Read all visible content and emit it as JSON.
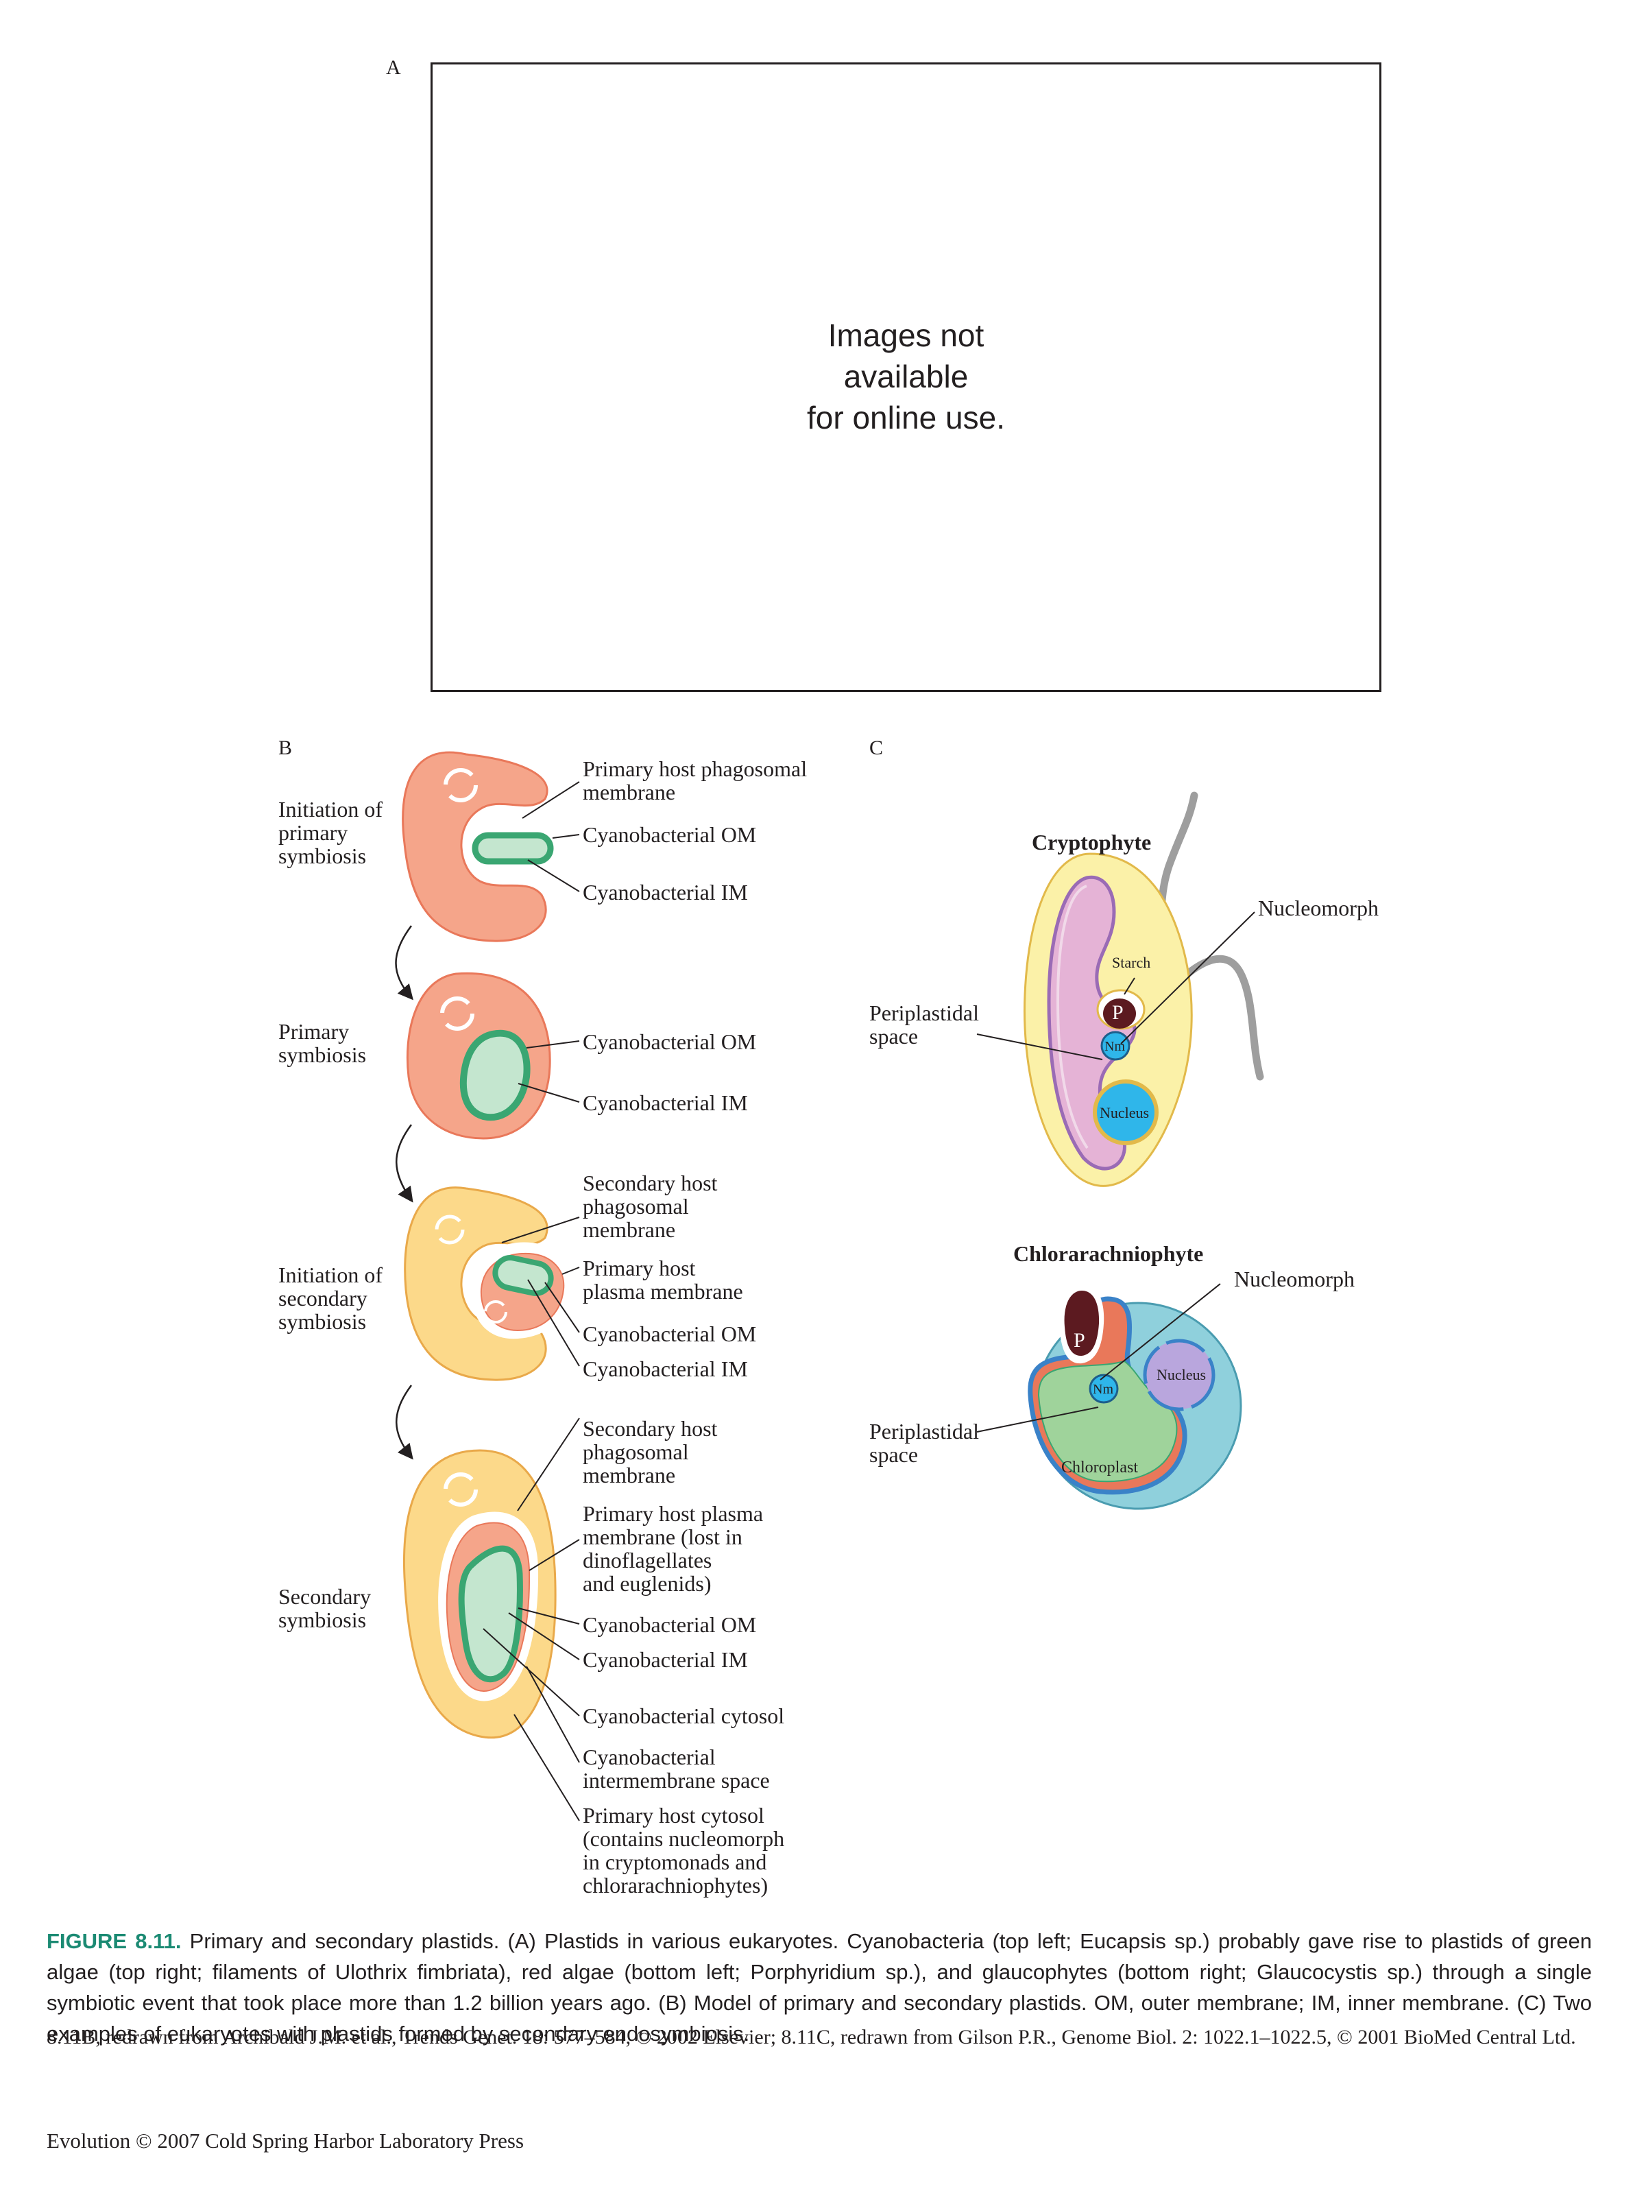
{
  "panel_a": {
    "letter": "A",
    "placeholder_lines": [
      "Images not",
      "available",
      "for online use."
    ]
  },
  "panel_b": {
    "letter": "B",
    "stages": [
      {
        "name": [
          "Initiation of",
          "primary",
          "symbiosis"
        ]
      },
      {
        "name": [
          "Primary",
          "symbiosis"
        ]
      },
      {
        "name": [
          "Initiation of",
          "secondary",
          "symbiosis"
        ]
      },
      {
        "name": [
          "Secondary",
          "symbiosis"
        ]
      }
    ],
    "labels": {
      "s1_phagosomal": [
        "Primary host phagosomal",
        "membrane"
      ],
      "s1_om": "Cyanobacterial OM",
      "s1_im": "Cyanobacterial IM",
      "s2_om": "Cyanobacterial OM",
      "s2_im": "Cyanobacterial IM",
      "s3_phagosomal": [
        "Secondary host",
        "phagosomal",
        "membrane"
      ],
      "s3_plasma": [
        "Primary host",
        "plasma membrane"
      ],
      "s3_om": "Cyanobacterial OM",
      "s3_im": "Cyanobacterial IM",
      "s4_phagosomal": [
        "Secondary host",
        "phagosomal",
        "membrane"
      ],
      "s4_plasma": [
        "Primary host plasma",
        "membrane (lost in",
        "dinoflagellates",
        "and euglenids)"
      ],
      "s4_om": "Cyanobacterial OM",
      "s4_im": "Cyanobacterial IM",
      "s4_cytosol": "Cyanobacterial cytosol",
      "s4_intermembrane": [
        "Cyanobacterial",
        "intermembrane space"
      ],
      "s4_host_cytosol": [
        "Primary host cytosol",
        "(contains nucleomorph",
        "in cryptomonads and",
        "chlorarachniophytes)"
      ]
    }
  },
  "panel_c": {
    "letter": "C",
    "cryptophyte": {
      "title": "Cryptophyte",
      "nucleomorph": "Nucleomorph",
      "starch": "Starch",
      "p": "P",
      "nm": "Nm",
      "nucleus": "Nucleus",
      "periplastidal": [
        "Periplastidal",
        "space"
      ]
    },
    "chlorarachniophyte": {
      "title": "Chlorarachniophyte",
      "nucleomorph": "Nucleomorph",
      "p": "P",
      "nm": "Nm",
      "nucleus": "Nucleus",
      "chloroplast": "Chloroplast",
      "periplastidal": [
        "Periplastidal",
        "space"
      ]
    }
  },
  "caption": {
    "label": "FIGURE 8.11.",
    "text": " Primary and secondary plastids. (A) Plastids in various eukaryotes. Cyanobacteria (top left; Eucapsis sp.) probably gave rise to plastids of green algae (top right; filaments of Ulothrix fimbriata), red algae (bottom left; Porphyridium sp.), and glaucophytes (bottom right; Glaucocystis sp.) through a single symbiotic event that took place more than 1.2 billion years ago. (B) Model of primary and secondary plastids. OM, outer membrane; IM, inner membrane. (C) Two examples of eukaryotes with plastids formed by secondary endosymbiosis."
  },
  "credit": "8.11B, redrawn from Archibald J.M. et al., Trends Genet. 18: 577–584, © 2002 Elsevier; 8.11C, redrawn from Gilson P.R., Genome Biol. 2: 1022.1–1022.5, © 2001 BioMed Central Ltd.",
  "footer": "Evolution © 2007 Cold Spring Harbor Laboratory Press",
  "colors": {
    "salmon": "#f5a58a",
    "salmon_edge": "#e9785a",
    "yellow": "#fcd98a",
    "yellow_edge": "#e9a94a",
    "green_fill": "#c4e6cf",
    "green_edge": "#3aa672",
    "crypto_cell": "#fbf1a8",
    "pink": "#e5b3d6",
    "purple_edge": "#9a6bb5",
    "blue_nucleus": "#2fb6ea",
    "dark_p": "#5c1a20",
    "teal_cell": "#8fd0dc",
    "lavender": "#b9a6dd",
    "chloro_green": "#9fd39b",
    "caption_green": "#1b8a73"
  }
}
